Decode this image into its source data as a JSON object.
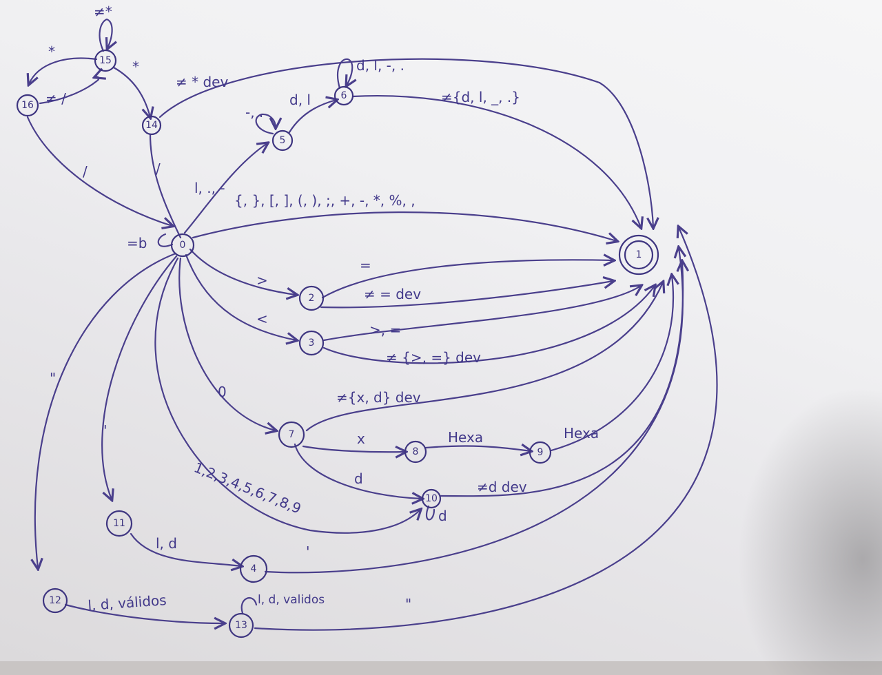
{
  "nodes": {
    "n0": "0",
    "n1": "1",
    "n2": "2",
    "n3": "3",
    "n4": "4",
    "n5": "5",
    "n6": "6",
    "n7": "7",
    "n8": "8",
    "n9": "9",
    "n10": "10",
    "n11": "11",
    "n12": "12",
    "n13": "13",
    "n14": "14",
    "n15": "15",
    "n16": "16"
  },
  "edge_labels": {
    "loop_15": "≠*",
    "e15_16": "*",
    "e15_14": "*",
    "e16_15": "≠ /",
    "e16_0": "/",
    "e14_0": "/",
    "e14_1": "≠ * dev",
    "loop_6": "d, l, -, .",
    "e5_6": "d, l",
    "loop_5": "-, .",
    "e6_1": "≠{d, l, _, .}",
    "e0_5": "l, ., -",
    "e0_1": "{, }, [, ], (, ), ;, +, -, *, %, ,",
    "loop_0": "=b",
    "e0_2": ">",
    "e2_1": "=",
    "e2_1_dev": "≠ = dev",
    "e0_3": "<",
    "e3_1": ">, =",
    "e3_1_dev": "≠ {>, =} dev",
    "e0_7": "0",
    "e7_1": "≠{x, d} dev",
    "e7_8": "x",
    "e8_9": "Hexa",
    "e9_1": "Hexa",
    "e7_10": "d",
    "e0_10": "1,2,3,4,5,6,7,8,9",
    "loop_10": "d",
    "e10_1": "≠d dev",
    "e0_12": "\"",
    "e0_11": "'",
    "e11_4": "l, d",
    "e4_1": "'",
    "e12_13": "l, d, válidos",
    "loop_13": "l, d, validos",
    "e13_1": "\""
  }
}
